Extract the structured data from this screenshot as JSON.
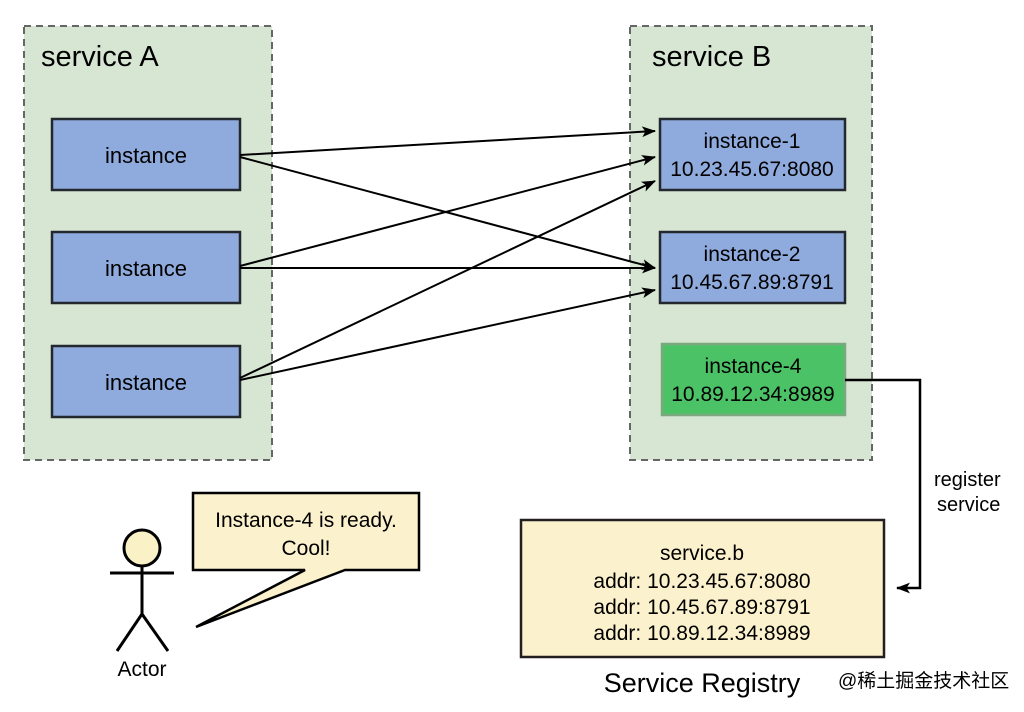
{
  "diagram": {
    "title_watermark": "@稀土掘金技术社区",
    "colors": {
      "service_container_fill": "#D7E6D3",
      "service_container_stroke": "#666666",
      "instance_blue_fill": "#8FAADC",
      "instance_blue_stroke": "#23272E",
      "instance_green_fill": "#4CC266",
      "instance_green_stroke": "#7AA87F",
      "registry_fill": "#FBF1CC",
      "registry_stroke": "#231F20",
      "bubble_fill": "#FBF1CC",
      "bubble_stroke": "#000000",
      "actor_head_fill": "#FAF2C6",
      "new_addr_text": "#5CC27A",
      "line_stroke": "#000000",
      "text": "#000000"
    }
  },
  "service_a": {
    "label": "service A",
    "instances": [
      {
        "name": "instance"
      },
      {
        "name": "instance"
      },
      {
        "name": "instance"
      }
    ]
  },
  "service_b": {
    "label": "service B",
    "instances": [
      {
        "name": "instance-1",
        "addr": "10.23.45.67:8080",
        "state": "existing"
      },
      {
        "name": "instance-2",
        "addr": "10.45.67.89:8791",
        "state": "existing"
      },
      {
        "name": "instance-4",
        "addr": "10.89.12.34:8989",
        "state": "new"
      }
    ]
  },
  "register_edge": {
    "label_line1": "register",
    "label_line2": "service"
  },
  "registry": {
    "caption": "Service Registry",
    "service_name": "service.b",
    "entries": [
      {
        "text": "addr: 10.23.45.67:8080",
        "highlight": false
      },
      {
        "text": "addr: 10.45.67.89:8791",
        "highlight": false
      },
      {
        "text": "addr: 10.89.12.34:8989",
        "highlight": true
      }
    ]
  },
  "actor": {
    "label": "Actor",
    "speech_line1": "Instance-4 is ready.",
    "speech_line2": "Cool!"
  }
}
